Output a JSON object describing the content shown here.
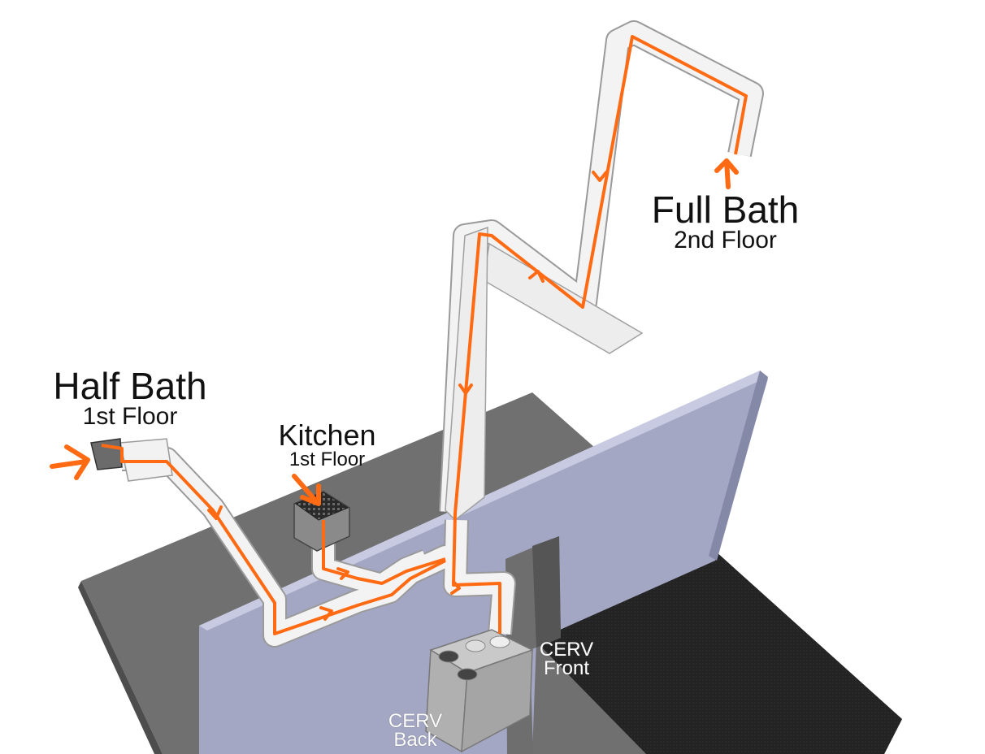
{
  "labels": {
    "half_bath": {
      "title": "Half Bath",
      "floor": "1st Floor"
    },
    "full_bath": {
      "title": "Full Bath",
      "floor": "2nd Floor"
    },
    "kitchen": {
      "title": "Kitchen",
      "floor": "1st Floor"
    },
    "cerv_front": {
      "line1": "CERV",
      "line2": "Front"
    },
    "cerv_back": {
      "line1": "CERV",
      "line2": "Back"
    }
  },
  "colors": {
    "airflow": "#ff6a13",
    "wall": "#a3a7c4",
    "floor": "#6e6e6e",
    "duct": "#f2f2f2",
    "mat": "#222222",
    "unit": "#b9b9b9"
  }
}
